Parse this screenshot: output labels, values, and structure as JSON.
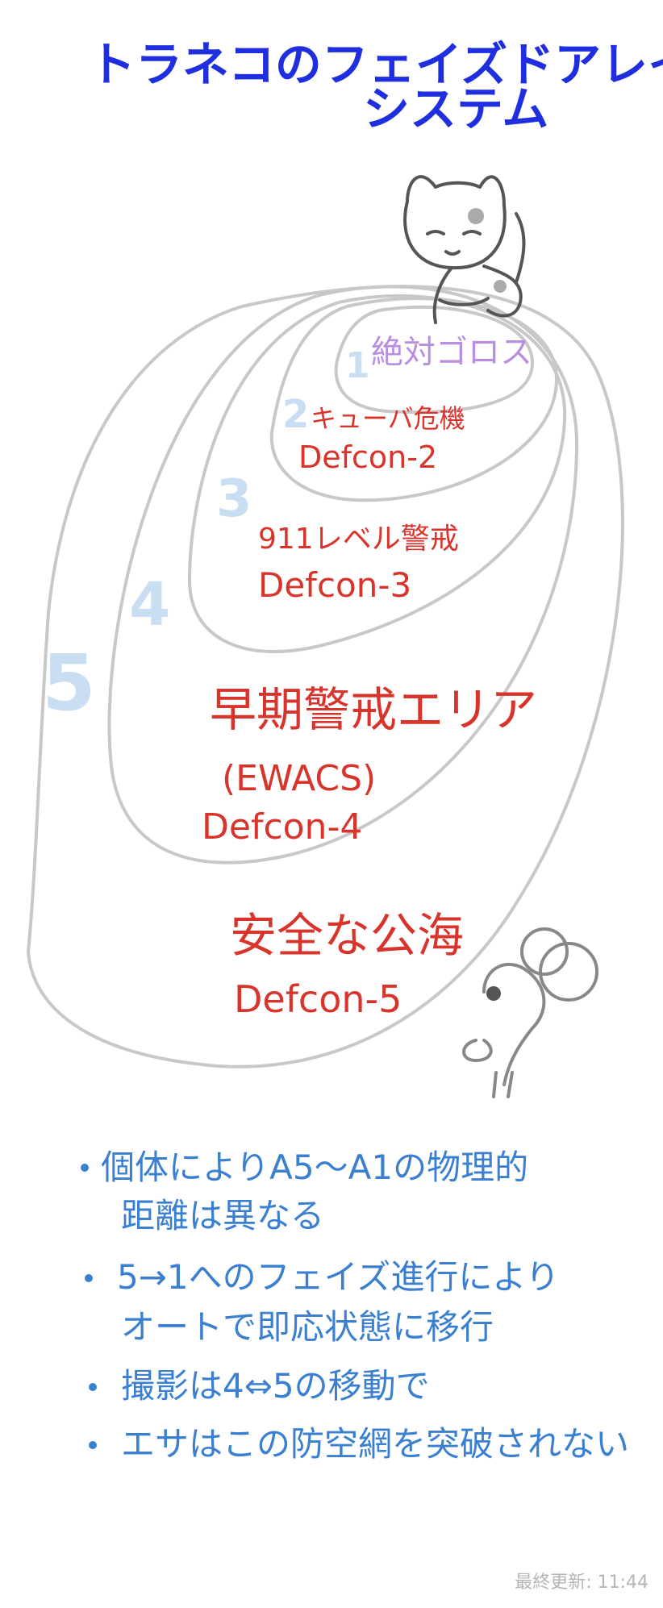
{
  "title": {
    "line1": "トラネコのフェイズドアレイ",
    "line2": "システム"
  },
  "zones": [
    {
      "number": "1",
      "label": "絶対ゴロス",
      "defcon": ""
    },
    {
      "number": "2",
      "label": "キューバ危機",
      "defcon": "Defcon-2"
    },
    {
      "number": "3",
      "label": "911レベル警戒",
      "defcon": "Defcon-3"
    },
    {
      "number": "4",
      "label": "早期警戒エリア",
      "sublabel": "(EWACS)",
      "defcon": "Defcon-4"
    },
    {
      "number": "5",
      "label": "安全な公海",
      "defcon": "Defcon-5"
    }
  ],
  "notes": [
    {
      "line1": "個体によりA5〜A1の物理的",
      "line2": "距離は異なる"
    },
    {
      "line1": "5→1へのフェイズ進行により",
      "line2": "オートで即応状態に移行"
    },
    {
      "line1": "撮影は4⇔5の移動で",
      "line2": ""
    },
    {
      "line1": "エサはこの防空網を突破されない",
      "line2": ""
    }
  ],
  "footer": {
    "last_updated": "最終更新: 11:44"
  },
  "colors": {
    "title": "#1f2fe0",
    "zone_label": "#d9342b",
    "zone1_label": "#b98ee0",
    "zone_number": "#c9ddf3",
    "note": "#3b7fd0",
    "ring": "#c8c8c8",
    "footer": "#b5b5b5"
  },
  "icons": [
    "cat-icon",
    "mouse-icon"
  ]
}
